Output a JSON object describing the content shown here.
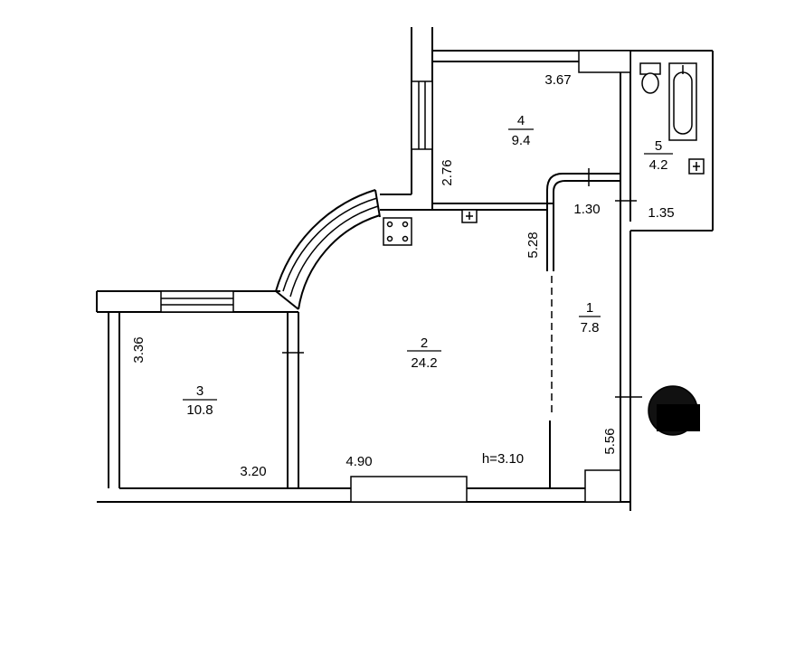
{
  "rooms": [
    {
      "number": "1",
      "area": "7.8"
    },
    {
      "number": "2",
      "area": "24.2"
    },
    {
      "number": "3",
      "area": "10.8"
    },
    {
      "number": "4",
      "area": "9.4"
    },
    {
      "number": "5",
      "area": "4.2"
    }
  ],
  "dimensions": {
    "d_367": "3.67",
    "d_276": "2.76",
    "d_130": "1.30",
    "d_135": "1.35",
    "d_528": "5.28",
    "d_336": "3.36",
    "d_320": "3.20",
    "d_490": "4.90",
    "d_556": "5.56"
  },
  "ceiling_height": "h=3.10"
}
